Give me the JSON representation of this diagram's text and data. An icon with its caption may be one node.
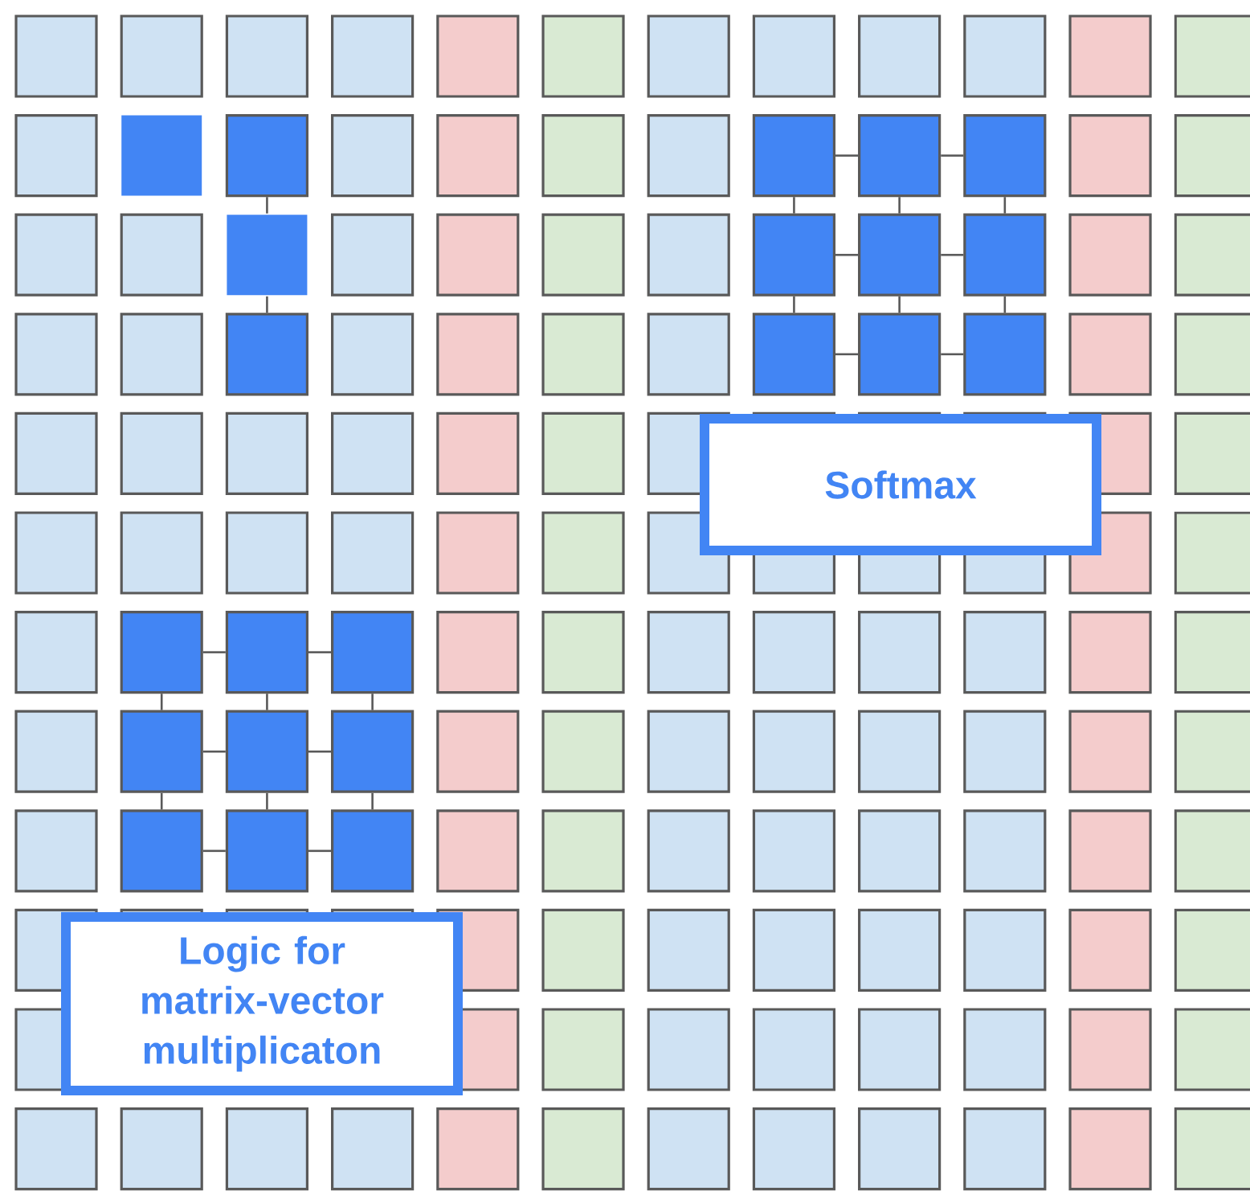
{
  "diagram": {
    "nodes": [
      {
        "text": [],
        "shape": "box"
      },
      {
        "text": [],
        "shape": "box"
      },
      {
        "text": [],
        "shape": "box"
      },
      {
        "text": [],
        "shape": "box"
      },
      {
        "text": [],
        "shape": "box"
      },
      {
        "text": [],
        "shape": "box"
      },
      {
        "text": [],
        "shape": "box"
      },
      {
        "text": [],
        "shape": "box"
      },
      {
        "text": [],
        "shape": "box"
      },
      {
        "text": [],
        "shape": "box"
      },
      {
        "text": [],
        "shape": "box"
      },
      {
        "text": [],
        "shape": "box"
      },
      {
        "text": [],
        "shape": "box"
      },
      {
        "text": [
          "Softmax"
        ]
      },
      {
        "text": [],
        "shape": "box"
      },
      {
        "text": [],
        "shape": "box"
      },
      {
        "text": [],
        "shape": "box"
      },
      {
        "text": [],
        "shape": "box"
      },
      {
        "text": [],
        "shape": "box"
      },
      {
        "text": [],
        "shape": "box"
      },
      {
        "text": [],
        "shape": "box"
      },
      {
        "text": [],
        "shape": "box"
      },
      {
        "text": [],
        "shape": "box"
      },
      {
        "text": [
          "Logic for matrix-vector multiplicaton"
        ]
      }
    ],
    "edges": [
      {
        "from": 1,
        "to": 5,
        "arrow": "none"
      },
      {
        "from": 5,
        "to": 9,
        "arrow": "none"
      },
      {
        "from": 2,
        "to": 3,
        "arrow": "none"
      },
      {
        "from": 3,
        "to": 4,
        "arrow": "none"
      },
      {
        "from": 6,
        "to": 7,
        "arrow": "none"
      },
      {
        "from": 7,
        "to": 8,
        "arrow": "none"
      },
      {
        "from": 10,
        "to": 11,
        "arrow": "none"
      },
      {
        "from": 11,
        "to": 12,
        "arrow": "none"
      },
      {
        "from": 2,
        "to": 6,
        "arrow": "none"
      },
      {
        "from": 3,
        "to": 7,
        "arrow": "none"
      },
      {
        "from": 4,
        "to": 8,
        "arrow": "none"
      },
      {
        "from": 6,
        "to": 10,
        "arrow": "none"
      },
      {
        "from": 7,
        "to": 11,
        "arrow": "none"
      },
      {
        "from": 8,
        "to": 12,
        "arrow": "none"
      },
      {
        "from": 14,
        "to": 15,
        "arrow": "none"
      },
      {
        "from": 15,
        "to": 16,
        "arrow": "none"
      },
      {
        "from": 17,
        "to": 18,
        "arrow": "none"
      },
      {
        "from": 18,
        "to": 19,
        "arrow": "none"
      },
      {
        "from": 20,
        "to": 21,
        "arrow": "none"
      },
      {
        "from": 21,
        "to": 22,
        "arrow": "none"
      },
      {
        "from": 14,
        "to": 17,
        "arrow": "none"
      },
      {
        "from": 15,
        "to": 18,
        "arrow": "none"
      },
      {
        "from": 16,
        "to": 19,
        "arrow": "none"
      },
      {
        "from": 17,
        "to": 20,
        "arrow": "none"
      },
      {
        "from": 18,
        "to": 21,
        "arrow": "none"
      },
      {
        "from": 19,
        "to": 22,
        "arrow": "none"
      }
    ]
  }
}
